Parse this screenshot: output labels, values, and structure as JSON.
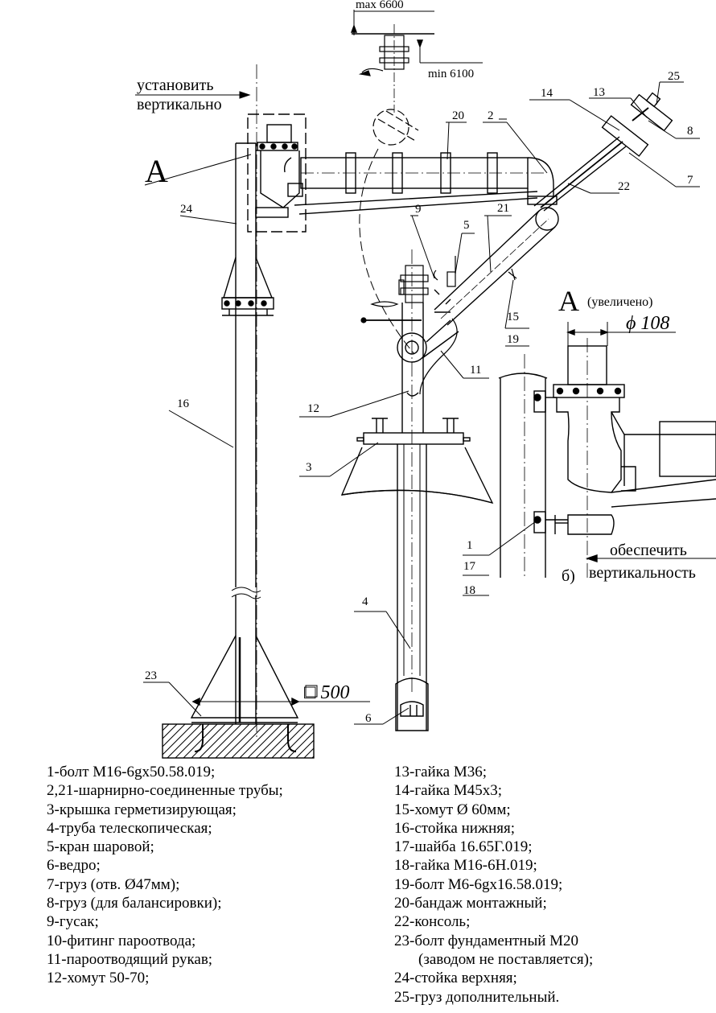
{
  "annotations": {
    "max_height": "max 6600",
    "min_height": "min 6100",
    "install_vertical_line1": "установить",
    "install_vertical_line2": "вертикально",
    "view_letter": "A",
    "detail_letter": "A",
    "detail_note": "(увеличено)",
    "diameter": "ϕ 108",
    "square_size": "□ 500",
    "ensure_vertical_line1": "обеспечить",
    "ensure_vertical_line2": "вертикальность",
    "variant_b": "б)"
  },
  "callouts": [
    "25",
    "13",
    "14",
    "8",
    "2",
    "20",
    "22",
    "7",
    "9",
    "5",
    "21",
    "24",
    "15",
    "19",
    "11",
    "12",
    "3",
    "1",
    "17",
    "18",
    "16",
    "4",
    "23",
    "6"
  ],
  "legend_left": [
    "1-болт М16-6gx50.58.019;",
    "2,21-шарнирно-соединенные трубы;",
    "3-крышка герметизирующая;",
    "4-труба телескопическая;",
    "5-кран шаровой;",
    "6-ведро;",
    "7-груз (отв. Ø47мм);",
    "8-груз (для балансировки);",
    "9-гусак;",
    "10-фитинг пароотвода;",
    "11-пароотводящий рукав;",
    "12-хомут 50-70;"
  ],
  "legend_right": [
    "13-гайка М36;",
    "14-гайка М45х3;",
    "15-хомут Ø 60мм;",
    "16-стойка нижняя;",
    "17-шайба 16.65Г.019;",
    "18-гайка М16-6Н.019;",
    "19-болт М6-6gx16.58.019;",
    "20-бандаж монтажный;",
    "22-консоль;",
    "23-болт фундаментный М20",
    "(заводом не поставляется);",
    "24-стойка верхняя;",
    "25-груз дополнительный."
  ]
}
